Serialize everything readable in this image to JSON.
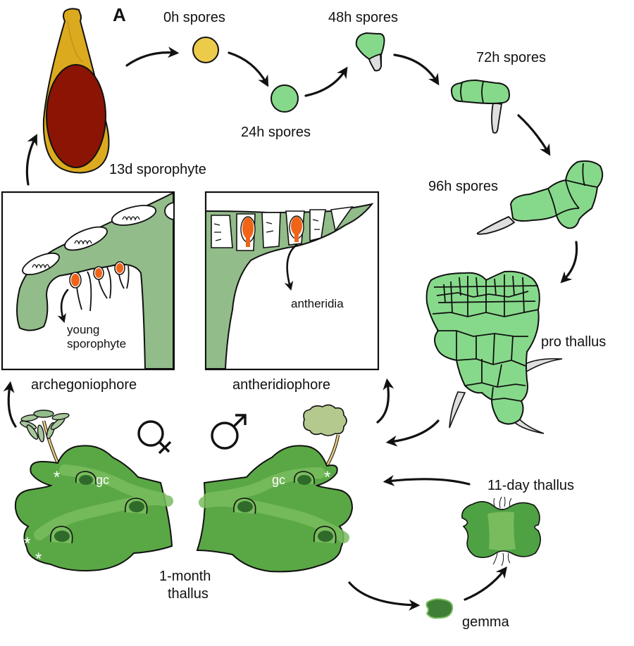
{
  "panel_letter": "A",
  "stages": {
    "spores_0h": "0h spores",
    "spores_24h": "24h spores",
    "spores_48h": "48h spores",
    "spores_72h": "72h spores",
    "spores_96h": "96h spores",
    "pro_thallus": "pro thallus",
    "thallus_11day": "11-day thallus",
    "gemma": "gemma",
    "thallus_1month_line1": "1-month",
    "thallus_1month_line2": "thallus",
    "sporophyte_13d": "13d sporophyte"
  },
  "insets": {
    "female": {
      "caption": "archegoniophore",
      "callout_line1": "young",
      "callout_line2": "sporophyte"
    },
    "male": {
      "caption": "antheridiophore",
      "callout": "antheridia"
    }
  },
  "thallus_labels": {
    "gemma_cup_left": "gc",
    "gemma_cup_right": "gc",
    "asterisk": "*"
  },
  "symbols": {
    "female": "female-symbol",
    "male": "male-symbol"
  },
  "colors": {
    "spore_yellow": "#eccb4a",
    "spore_green": "#86d98a",
    "rhizoid_grey": "#dedede",
    "thallus_green": "#5aa845",
    "thallus_midrib": "#79bc5e",
    "gemma_cup_dark": "#2f6a2a",
    "inset_green": "#92bc8a",
    "sex_organ_orange": "#f06418",
    "sporophyte_gold": "#dcaa1e",
    "sporophyte_red": "#8b1404"
  }
}
